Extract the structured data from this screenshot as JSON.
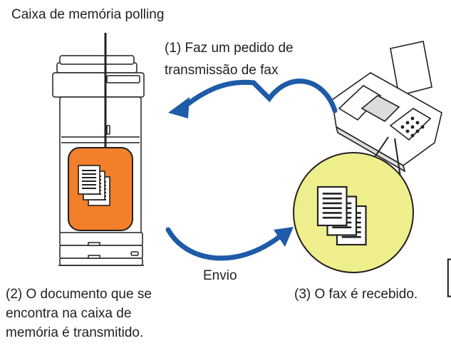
{
  "labels": {
    "polling_box": "Caixa de memória polling",
    "step1_line1": "(1) Faz um pedido de",
    "step1_line2": "transmissão de fax",
    "send": "Envio",
    "step2_line1": "(2) O documento que se",
    "step2_line2": "encontra na caixa de",
    "step2_line3": "memória é transmitido.",
    "step3": "(3) O fax é recebido."
  },
  "colors": {
    "arrow": "#1e5ba8",
    "memory_box": "#f27f2a",
    "received_circle": "#eeef8c",
    "line": "#231f20"
  },
  "icons": {
    "copier": "multifunction-printer",
    "fax": "fax-machine",
    "documents": "document-stack"
  }
}
